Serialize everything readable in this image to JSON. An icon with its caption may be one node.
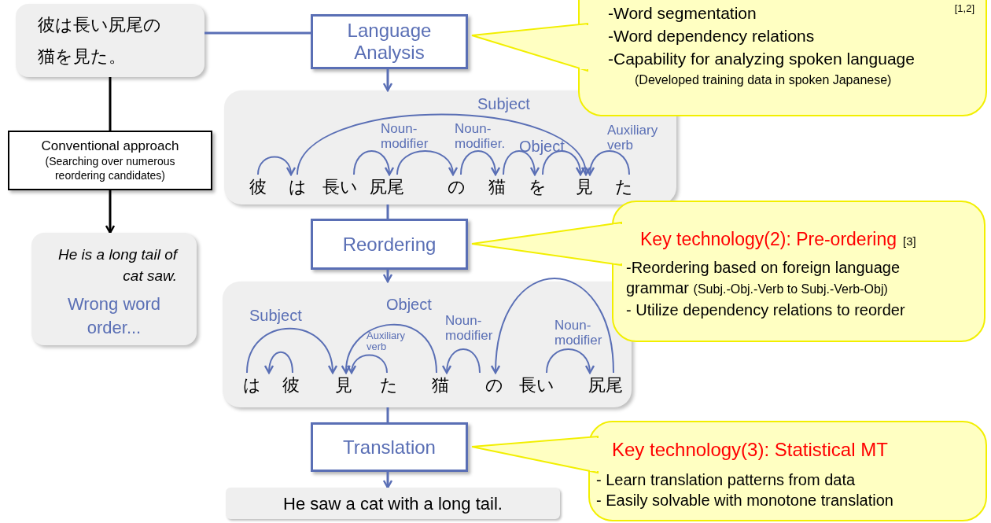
{
  "diagram": {
    "nodes": [
      {
        "text": [
          "彼は長い尻尾の猫を見た。"
        ]
      },
      {
        "text": [
          "Language Analysis"
        ]
      },
      {
        "text": [
          "[1,2]",
          "-Word segmentation",
          "-Word dependency relations",
          "-Capability for analyzing spoken language",
          "(Developed training data in spoken Japanese)"
        ]
      },
      {
        "text": [],
        "shape": "box"
      },
      {
        "text": [
          "彼"
        ],
        "in": 3
      },
      {
        "text": [
          "は"
        ],
        "in": 3
      },
      {
        "text": [
          "長い"
        ],
        "in": 3
      },
      {
        "text": [
          "尻尾"
        ],
        "in": 3
      },
      {
        "text": [
          "の"
        ],
        "in": 3
      },
      {
        "text": [
          "猫"
        ],
        "in": 3
      },
      {
        "text": [
          "を"
        ],
        "in": 3
      },
      {
        "text": [
          "見"
        ],
        "in": 3
      },
      {
        "text": [
          "た"
        ],
        "in": 3
      },
      {
        "text": [
          "Reordering"
        ]
      },
      {
        "text": [
          "Key technology(2): Pre-ordering",
          "[3]",
          "-Reordering based on foreign language grammar",
          "(Subj.-Obj.-Verb to Subj.-Verb-Obj)",
          "- Utilize dependency relations to reorder"
        ]
      },
      {
        "text": [],
        "shape": "box"
      },
      {
        "text": [
          "は"
        ],
        "in": 15
      },
      {
        "text": [
          "彼"
        ],
        "in": 15
      },
      {
        "text": [
          "見"
        ],
        "in": 15
      },
      {
        "text": [
          "た"
        ],
        "in": 15
      },
      {
        "text": [
          "猫"
        ],
        "in": 15
      },
      {
        "text": [
          "の"
        ],
        "in": 15
      },
      {
        "text": [
          "長い"
        ],
        "in": 15
      },
      {
        "text": [
          "尻尾"
        ],
        "in": 15
      },
      {
        "text": [
          "Translation"
        ]
      },
      {
        "text": [
          "Key technology(3): Statistical MT",
          "- Learn translation patterns from data",
          "- Easily solvable with monotone translation"
        ]
      },
      {
        "text": [
          "He saw a cat with a long tail."
        ]
      },
      {
        "text": [
          "Conventional approach",
          "(Searching over numerous reordering candidates)"
        ]
      },
      {
        "text": [
          "He is a long tail of cat saw.",
          "Wrong word order..."
        ]
      }
    ],
    "edges": [
      {
        "from": 0,
        "to": 1,
        "arrow": "none"
      },
      {
        "from": 1,
        "to": 3,
        "arrow": "to"
      },
      {
        "from": 3,
        "to": 13,
        "arrow": "none"
      },
      {
        "from": 13,
        "to": 15,
        "arrow": "to"
      },
      {
        "from": 15,
        "to": 24,
        "arrow": "none"
      },
      {
        "from": 24,
        "to": 26,
        "arrow": "to"
      },
      {
        "from": 0,
        "to": 27,
        "arrow": "none",
        "color": "#000000"
      },
      {
        "from": 27,
        "to": 28,
        "arrow": "to",
        "color": "#000000"
      },
      {
        "from": 4,
        "to": 5,
        "arrow": "to"
      },
      {
        "from": 5,
        "to": 11,
        "arrow": "to"
      },
      {
        "from": 6,
        "to": 7,
        "arrow": "to"
      },
      {
        "from": 7,
        "to": 8,
        "arrow": "to"
      },
      {
        "from": 8,
        "to": 9,
        "arrow": "to"
      },
      {
        "from": 9,
        "to": 10,
        "arrow": "to"
      },
      {
        "from": 10,
        "to": 11,
        "arrow": "to"
      },
      {
        "from": 12,
        "to": 11,
        "arrow": "to"
      },
      {
        "from": 16,
        "to": 18,
        "arrow": "to"
      },
      {
        "from": 17,
        "to": 16,
        "arrow": "to"
      },
      {
        "from": 20,
        "to": 18,
        "arrow": "to"
      },
      {
        "from": 19,
        "to": 18,
        "arrow": "to"
      },
      {
        "from": 21,
        "to": 20,
        "arrow": "to"
      },
      {
        "from": 23,
        "to": 21,
        "arrow": "to"
      },
      {
        "from": 22,
        "to": 23,
        "arrow": "to"
      }
    ],
    "labels": [
      "Subject",
      "Noun- modifier",
      "Noun- modifier.",
      "Object",
      "Auxiliary verb",
      "Subject",
      "Object",
      "Auxiliary verb",
      "Noun- modifier",
      "Noun- modifier"
    ]
  }
}
